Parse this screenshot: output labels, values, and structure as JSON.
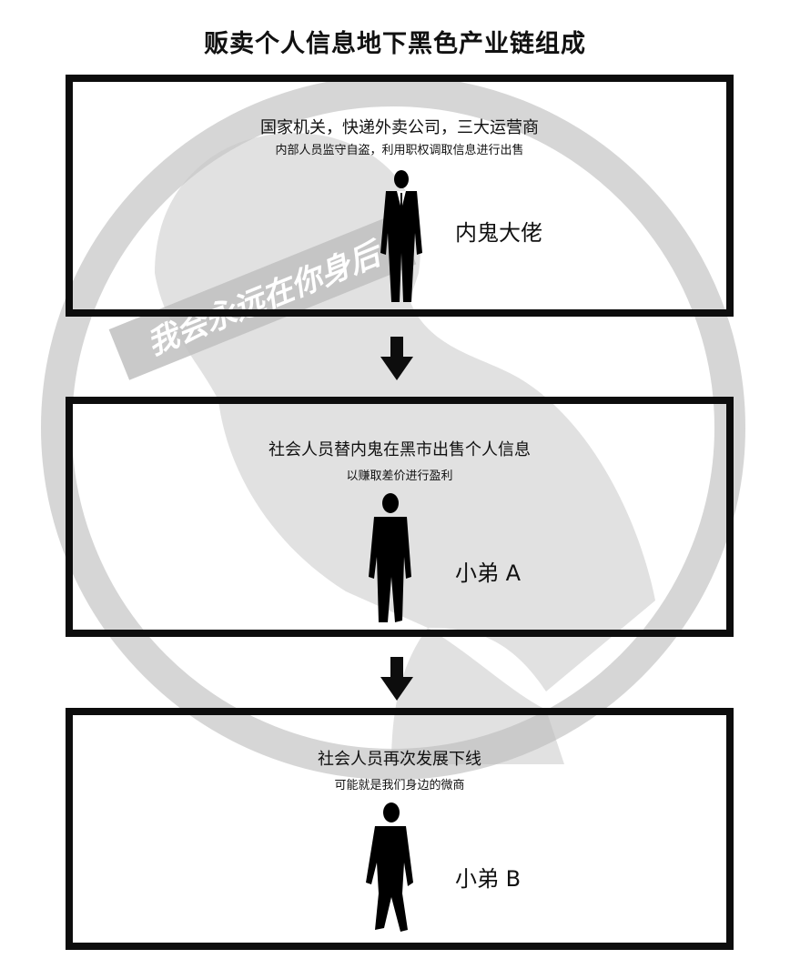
{
  "title": "贩卖个人信息地下黑色产业链组成",
  "watermark_text": "我会永远在你身后",
  "tiers": [
    {
      "line1": "国家机关，快递外卖公司，三大运营商",
      "line2": "内部人员监守自盗，利用职权调取信息进行出售",
      "role": "内鬼大佬",
      "icon": "businessman-silhouette-icon"
    },
    {
      "line1": "社会人员替内鬼在黑市出售个人信息",
      "line2": "以赚取差价进行盈利",
      "role": "小弟 A",
      "icon": "man-silhouette-icon"
    },
    {
      "line1": "社会人员再次发展下线",
      "line2": "可能就是我们身边的微商",
      "role": "小弟 B",
      "icon": "walking-man-silhouette-icon"
    }
  ],
  "arrows": [
    "down-arrow-icon",
    "down-arrow-icon"
  ],
  "colors": {
    "border": "#0d0d0d",
    "watermark": "#c8c8c8",
    "text": "#111111"
  }
}
